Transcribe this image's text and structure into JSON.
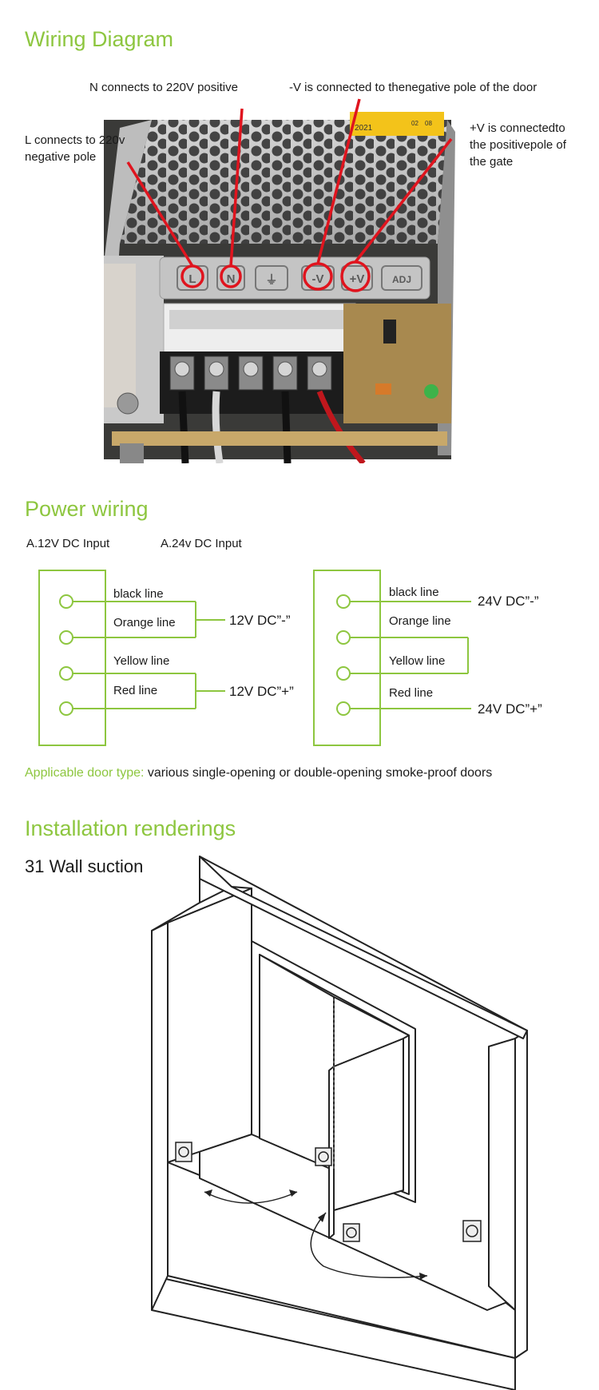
{
  "wiring": {
    "title": "Wiring Diagram",
    "callouts": {
      "n": "N connects to 220V positive",
      "l": "L connects to 220v negative pole",
      "neg_v": "-V is connected to thenegative pole of the door",
      "pos_v": "+V is connectedto the positivepole of the gate"
    },
    "terminals": [
      "L",
      "N",
      "⏚",
      "-V",
      "+V",
      "ADJ"
    ],
    "sticker": [
      "2021",
      "02",
      "08"
    ],
    "colors": {
      "accent": "#8dc63f",
      "callout": "#e0141e"
    }
  },
  "power": {
    "title": "Power wiring",
    "input_a": "A.12V DC Input",
    "input_b": "A.24v DC Input",
    "left": {
      "wires": [
        "black line",
        "Orange line",
        "Yellow line",
        "Red line"
      ],
      "out_neg": "12V DC”-”",
      "out_pos": "12V DC”+”"
    },
    "right": {
      "wires": [
        "black line",
        "Orange line",
        "Yellow line",
        "Red line"
      ],
      "out_neg": "24V DC”-”",
      "out_pos": "24V DC”+”"
    }
  },
  "door_type": {
    "label": "Applicable door type:",
    "text": "various single-opening or double-opening smoke-proof doors"
  },
  "install": {
    "title": "Installation renderings",
    "subtitle": "31 Wall suction"
  }
}
